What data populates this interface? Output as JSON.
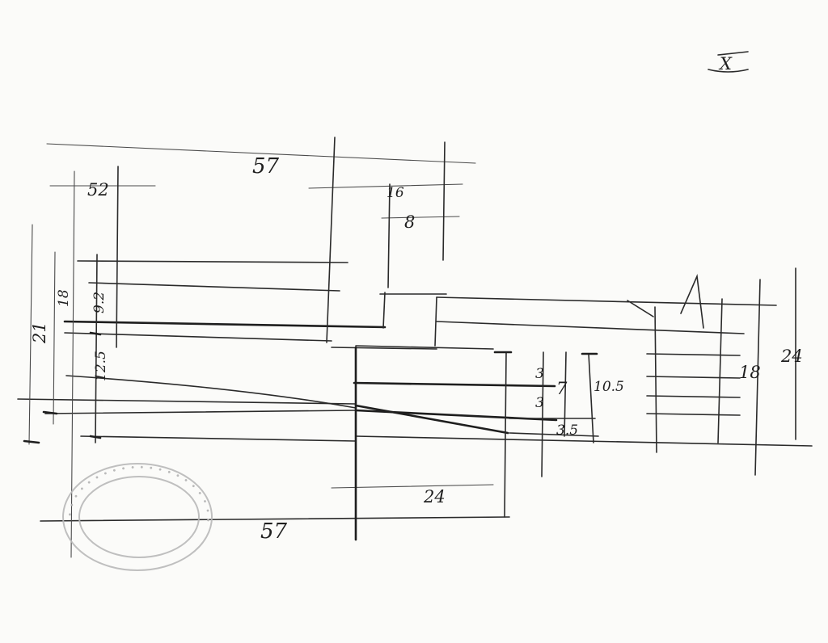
{
  "sheet_mark": "X",
  "dimensions": {
    "top_width": "57",
    "bottom_width": "57",
    "left_offset": "52",
    "notch_width_top": "16",
    "notch_width": "8",
    "left_height_total": "21",
    "left_height_inner": "18",
    "left_rise": "9.2",
    "left_lower": "12.5",
    "step_width": "24",
    "step_upper": "3",
    "step_mid": "7",
    "step_total": "10.5",
    "step_lower": "3",
    "step_run": "3.5",
    "right_height_inner": "18",
    "right_height_total": "24"
  }
}
